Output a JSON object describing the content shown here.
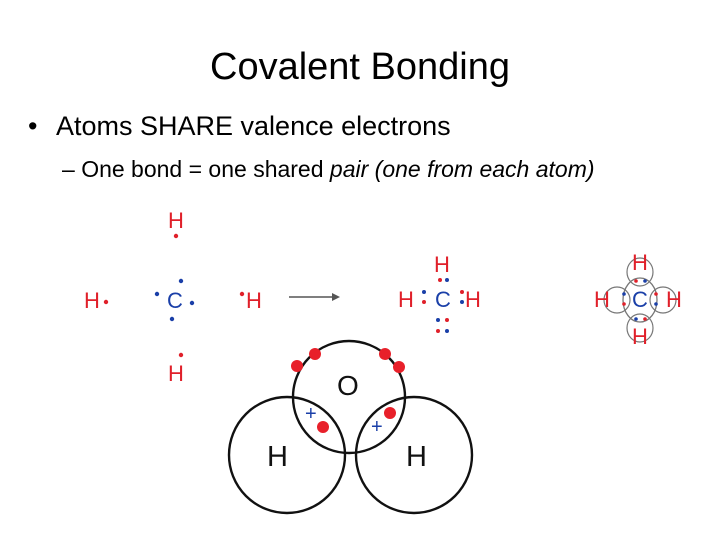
{
  "slide": {
    "title": "Covalent Bonding",
    "bullet_marker": "•",
    "bullet_text": "Atoms SHARE valence electrons",
    "sub_marker": "–",
    "sub_text_plain": "One bond = one shared ",
    "sub_text_italic": "pair (one from each atom)"
  },
  "methane": {
    "h": "H",
    "c": "C",
    "arrow": "→"
  },
  "water": {
    "o": "O",
    "h": "H",
    "plus": "+"
  },
  "colors": {
    "hydrogen_red": "#e0202a",
    "carbon_blue": "#1a3fa8"
  }
}
